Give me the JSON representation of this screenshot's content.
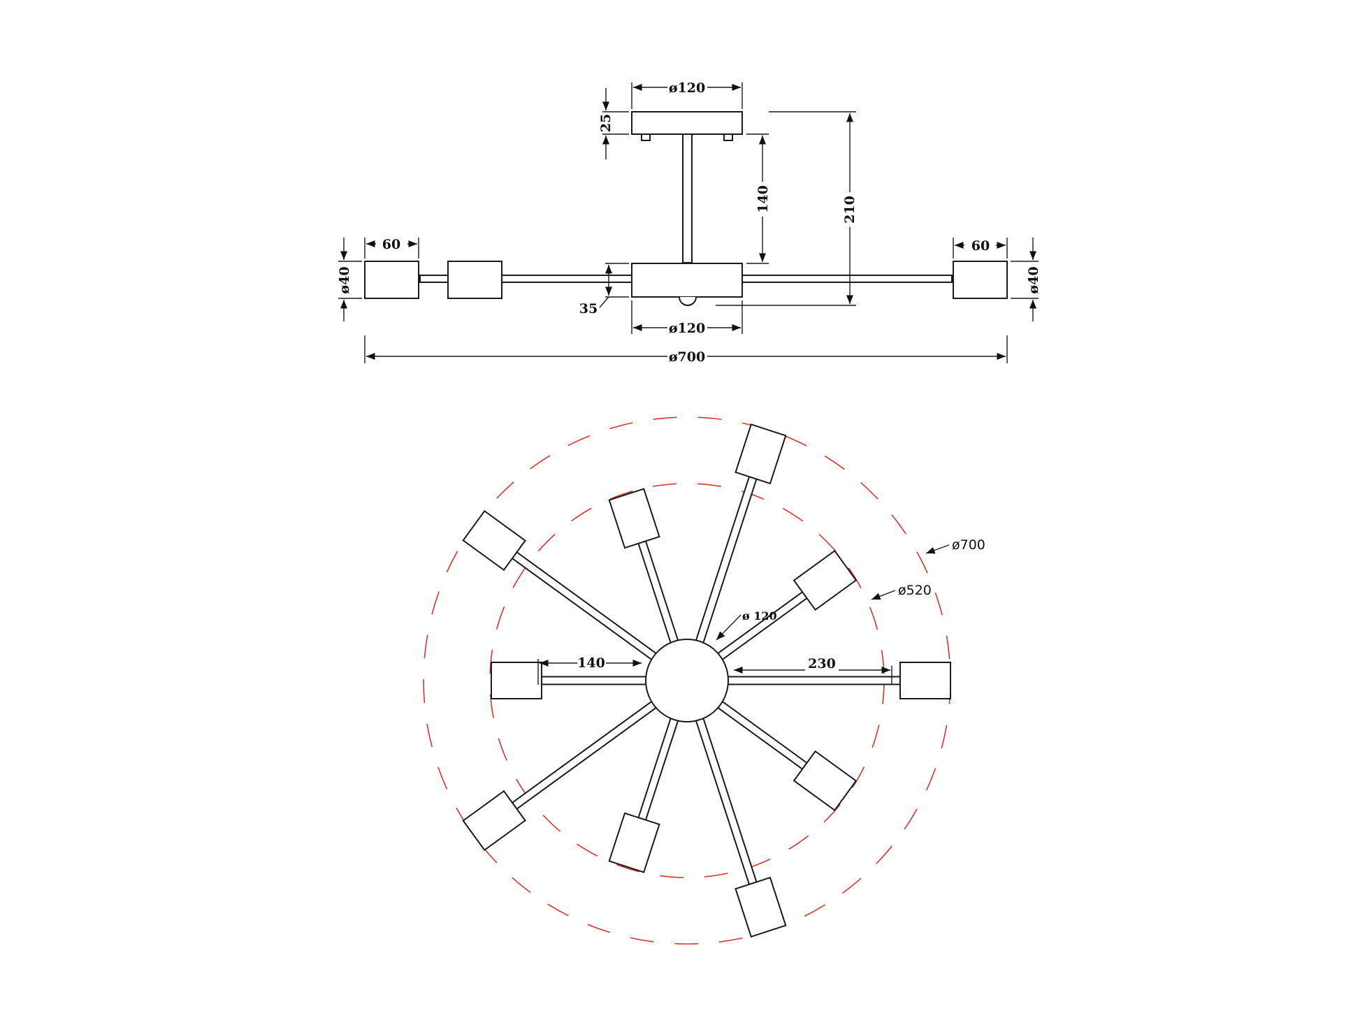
{
  "side_view": {
    "dims": {
      "canopy_diameter": "ø120",
      "canopy_height": "25",
      "rod_length": "140",
      "total_height": "210",
      "shade_length_left": "60",
      "shade_length_right": "60",
      "shade_diameter_left": "ø40",
      "shade_diameter_right": "ø40",
      "hub_height": "35",
      "hub_diameter": "ø120",
      "overall_diameter": "ø700"
    }
  },
  "top_view": {
    "outer_circle_label": "ø700",
    "inner_circle_label": "ø520",
    "hub_label": "ø 120",
    "short_arm_label": "140",
    "long_arm_label": "230",
    "outer_circle_value": 700,
    "inner_circle_value": 520,
    "hub_value": 120,
    "arm_count": 10
  },
  "colors": {
    "line": "#1a1a1a",
    "dashed_circle": "#d9342b",
    "background": "#ffffff"
  }
}
